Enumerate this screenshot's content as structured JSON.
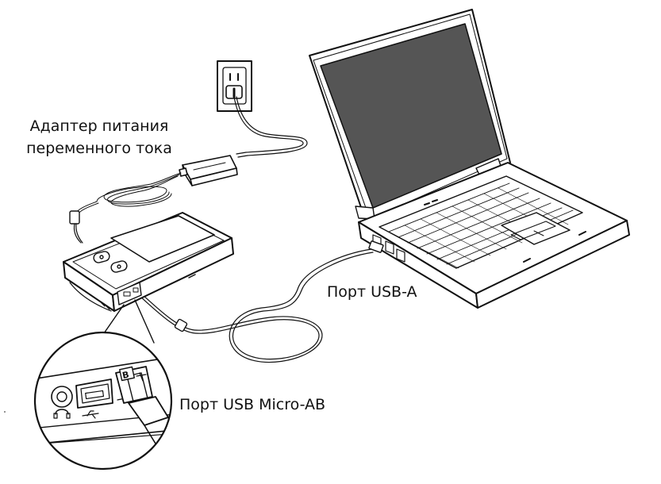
{
  "labels": {
    "ac_adapter": [
      "Адаптер питания",
      "переменного тока"
    ],
    "usb_a_port": "Порт USB-A",
    "usb_micro_ab_port": "Порт USB Micro-AB",
    "connector_letter": "B"
  },
  "icons": {
    "outlet": "wall-outlet-icon",
    "adapter": "power-adapter-icon",
    "laptop": "laptop-icon",
    "device": "handheld-device-icon",
    "usb": "usb-symbol-icon",
    "headphone": "headphone-jack-icon"
  },
  "colors": {
    "line": "#111111",
    "screen": "#555555",
    "background": "#ffffff"
  }
}
